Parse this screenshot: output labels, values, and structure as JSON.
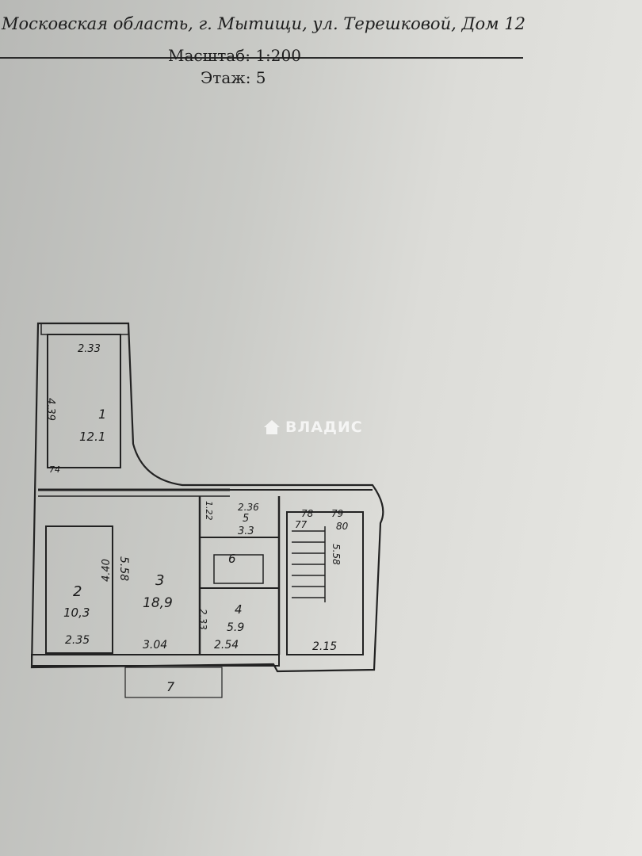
{
  "header": {
    "address": "Московская область, г. Мытищи, ул. Терешковой, Дом 12",
    "scale": "Масштаб: 1:200",
    "floor": "Этаж: 5"
  },
  "watermark": {
    "text": "ВЛАДИС"
  },
  "plan": {
    "rooms": [
      {
        "number": "1",
        "area": "12.1",
        "width": "2.33",
        "length": "4.39"
      },
      {
        "number": "2",
        "area": "10,3",
        "width": "2.35",
        "length": "4.40"
      },
      {
        "number": "3",
        "area": "18,9",
        "width": "3.04",
        "length": "5.58"
      },
      {
        "number": "4",
        "area": "5.9",
        "width": "2.54",
        "length": "2.33"
      },
      {
        "number": "5",
        "area": "3.3",
        "width": "2.36",
        "length": "1.22"
      },
      {
        "number": "6"
      }
    ],
    "stair": {
      "width": "2.15",
      "length": "5.58"
    },
    "marks": [
      "78",
      "79",
      "77",
      "80",
      "74",
      "7"
    ]
  }
}
